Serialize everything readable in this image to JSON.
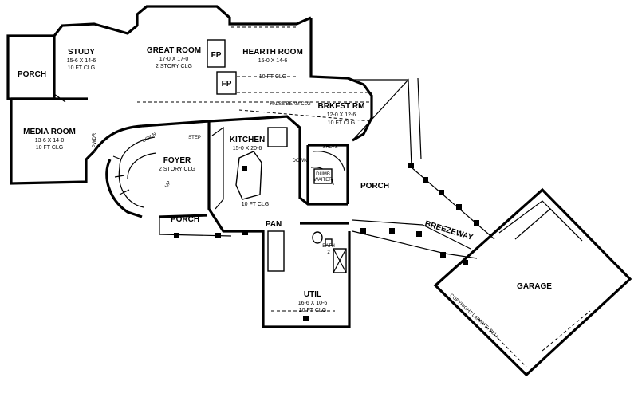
{
  "rooms": {
    "porch_left": {
      "name": "PORCH"
    },
    "study": {
      "name": "STUDY",
      "dims": "15-6 X 14-6",
      "clg": "10 FT CLG"
    },
    "great_room": {
      "name": "GREAT ROOM",
      "dims": "17-0 X 17-0",
      "clg": "2 STORY CLG"
    },
    "hearth_room": {
      "name": "HEARTH ROOM",
      "dims": "15-0 X 14-6",
      "clg": "10 FT CLG"
    },
    "media_room": {
      "name": "MEDIA ROOM",
      "dims": "13-6 X 14-0",
      "clg": "10 FT CLG"
    },
    "foyer": {
      "name": "FOYER",
      "clg": "2 STORY CLG"
    },
    "kitchen": {
      "name": "KITCHEN",
      "dims": "15-0 X 20-6",
      "clg": "10 FT CLG"
    },
    "brkfst": {
      "name": "BRKFST RM",
      "dims": "12-0 X 12-6",
      "clg": "10 FT CLG"
    },
    "porch_center": {
      "name": "PORCH"
    },
    "porch_front": {
      "name": "PORCH"
    },
    "util": {
      "name": "UTIL",
      "dims": "16-6 X 10-6",
      "clg": "10 FT CLG"
    },
    "garage": {
      "name": "GARAGE"
    }
  },
  "labels": {
    "fp1": "FP",
    "fp2": "FP",
    "pwdr": "PWDR",
    "down_stair": "DOWN",
    "up_stair": "UP",
    "step": "STEP",
    "down_kitchen": "DOWN",
    "dumb_waiter_1": "DUMB",
    "dumb_waiter_2": "WAITER",
    "shlvs": "SHLVS",
    "pan": "PAN",
    "bath": "BATH",
    "bath_num": "2",
    "breezeway": "BREEZEWAY",
    "false_beam": "FALSE BEAM CLG",
    "copyright": "COPYRIGHT LARRY E. BELK"
  }
}
